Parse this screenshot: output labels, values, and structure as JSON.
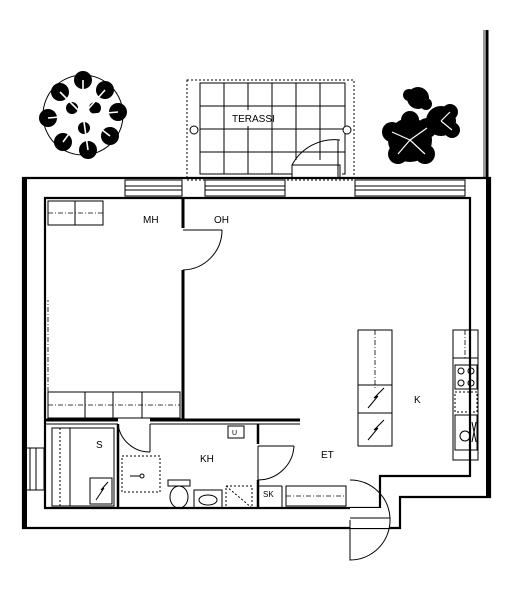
{
  "rooms": {
    "terrace": "TERASSI",
    "bedroom": "MH",
    "living": "OH",
    "kitchen": "K",
    "sauna": "S",
    "bathroom": "KH",
    "hall": "ET",
    "closet": "SK",
    "utility": "U"
  }
}
